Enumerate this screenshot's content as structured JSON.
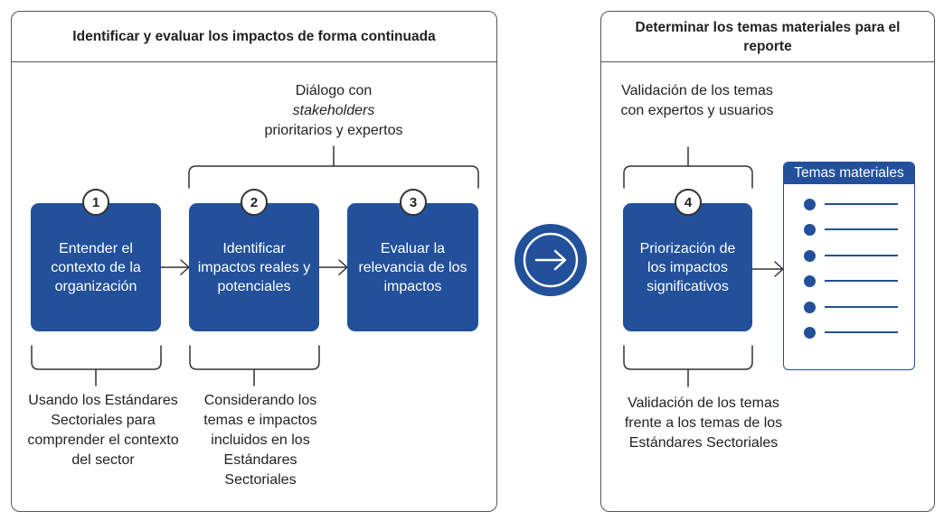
{
  "left_panel": {
    "title": "Identificar y evaluar los impactos de forma continuada",
    "dialog_note": {
      "line1": "Diálogo con",
      "line2_italic": "stakeholders",
      "line3": "prioritarios y expertos"
    },
    "steps": [
      {
        "number": "1",
        "label": "Entender el contexto de la organización"
      },
      {
        "number": "2",
        "label": "Identificar impactos reales y potenciales"
      },
      {
        "number": "3",
        "label": "Evaluar la relevancia de los impactos"
      }
    ],
    "note_step1": "Usando los Estándares Sectoriales para comprender el contexto del sector",
    "note_step2": "Considerando los temas e impactos incluidos en los Estándares Sectoriales"
  },
  "right_panel": {
    "title": "Determinar los temas materiales para el reporte",
    "top_note": "Validación de los temas con expertos y usuarios",
    "step": {
      "number": "4",
      "label": "Priorización de los impactos significativos"
    },
    "bottom_note": "Validación de los temas frente a los temas de los Estándares Sectoriales",
    "temas_card": {
      "title": "Temas materiales",
      "item_count": 6
    }
  },
  "connector_icon": "arrow-right-circle-icon",
  "colors": {
    "accent": "#22509a",
    "border": "#555555",
    "text": "#222222"
  }
}
